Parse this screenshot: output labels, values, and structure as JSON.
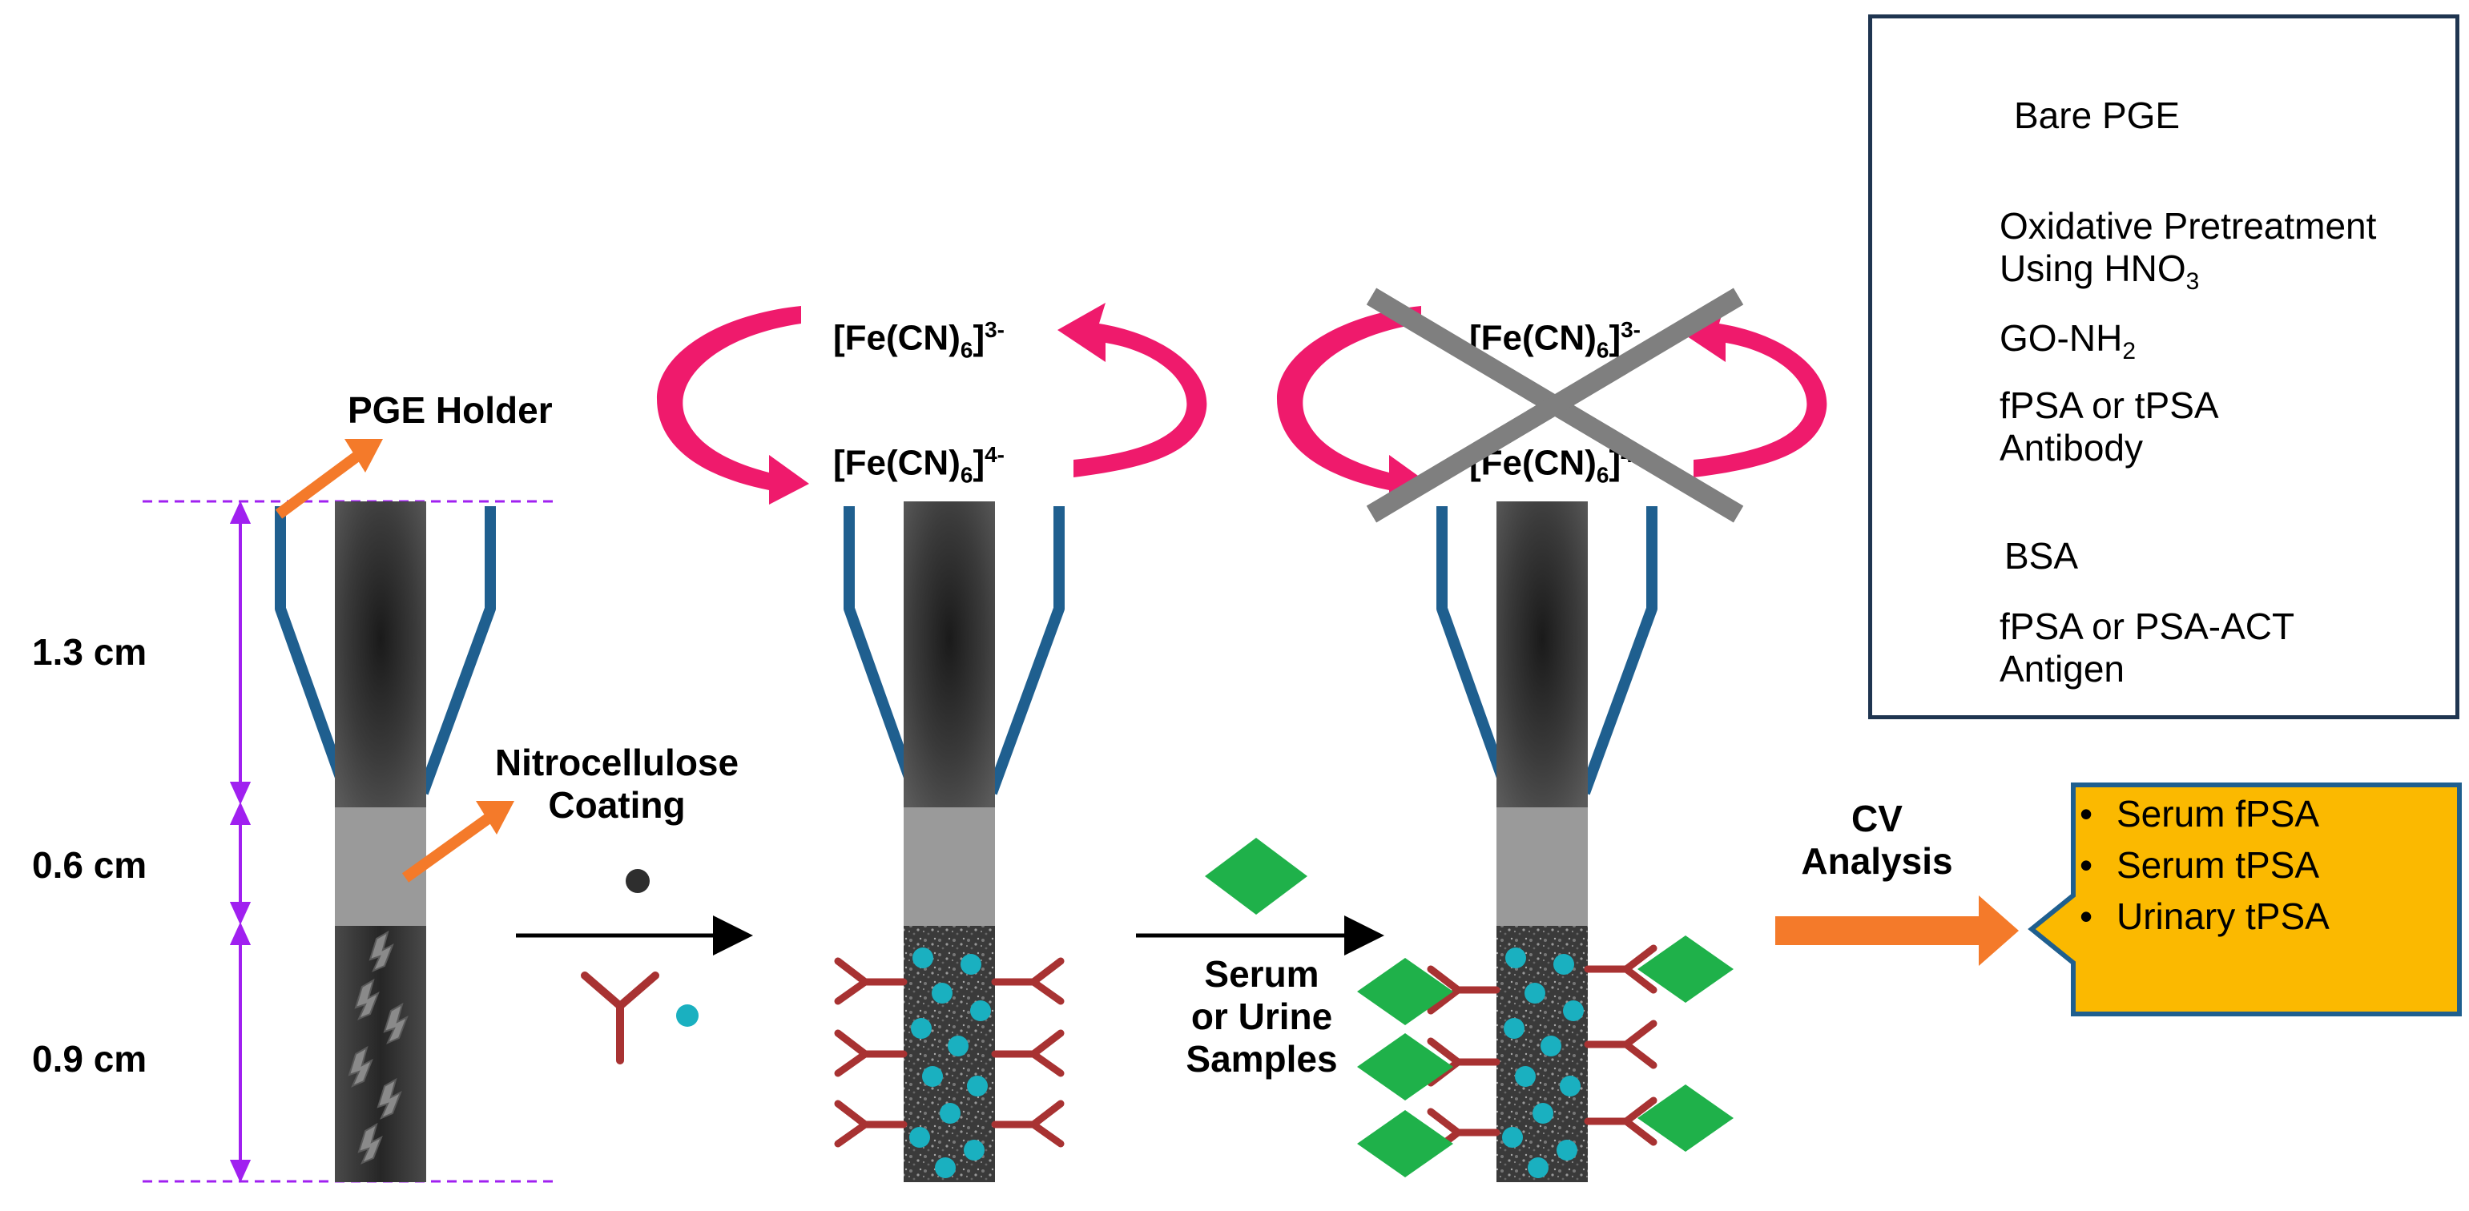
{
  "dimensions": {
    "d1": "1.3 cm",
    "d2": "0.6 cm",
    "d3": "0.9 cm"
  },
  "labels": {
    "pge_holder": "PGE Holder",
    "nitrocellulose_line1": "Nitrocellulose",
    "nitrocellulose_line2": "Coating",
    "serum_line1": "Serum",
    "serum_line2": "or Urine",
    "serum_line3": "Samples",
    "cv_line1": "CV",
    "cv_line2": "Analysis"
  },
  "redox": {
    "ox": "[Fe(CN)6]3-",
    "ox_base": "[Fe(CN)",
    "ox_sub": "6",
    "ox_close": "]",
    "ox_sup": "3-",
    "red": "[Fe(CN)6]4-",
    "red_base": "[Fe(CN)",
    "red_sub": "6",
    "red_close": "]",
    "red_sup": "4-"
  },
  "legend": {
    "items": [
      {
        "label": "Bare PGE",
        "icon": "bare-pge-icon"
      },
      {
        "label_line1": "Oxidative Pretreatment",
        "label_line2_prefix": "Using HNO",
        "label_line2_sub": "3",
        "icon": "oxidative-pretreatment-icon"
      },
      {
        "label_prefix": "GO-NH",
        "label_sub": "2",
        "icon": "go-nh2-icon"
      },
      {
        "label_line1": "fPSA or tPSA",
        "label_line2": "Antibody",
        "icon": "antibody-icon"
      },
      {
        "label": "BSA",
        "icon": "bsa-icon"
      },
      {
        "label_line1": "fPSA or PSA-ACT",
        "label_line2": "Antigen",
        "icon": "antigen-icon"
      }
    ]
  },
  "results": [
    "Serum fPSA",
    "Serum tPSA",
    "Urinary tPSA"
  ],
  "colors": {
    "electrode_dark": "#2b2b2b",
    "coating_gray": "#9a9a9a",
    "holder_blue": "#1f5f8f",
    "dimension_purple": "#a020f0",
    "pointer_orange": "#f47a2a",
    "redox_pink": "#ef1a6c",
    "antibody_red": "#a83232",
    "bsa_teal": "#1ab0c0",
    "antigen_green": "#1fb14a",
    "result_fill": "#fbb900",
    "result_border": "#1f5f8f",
    "legend_border": "#1f3550"
  }
}
